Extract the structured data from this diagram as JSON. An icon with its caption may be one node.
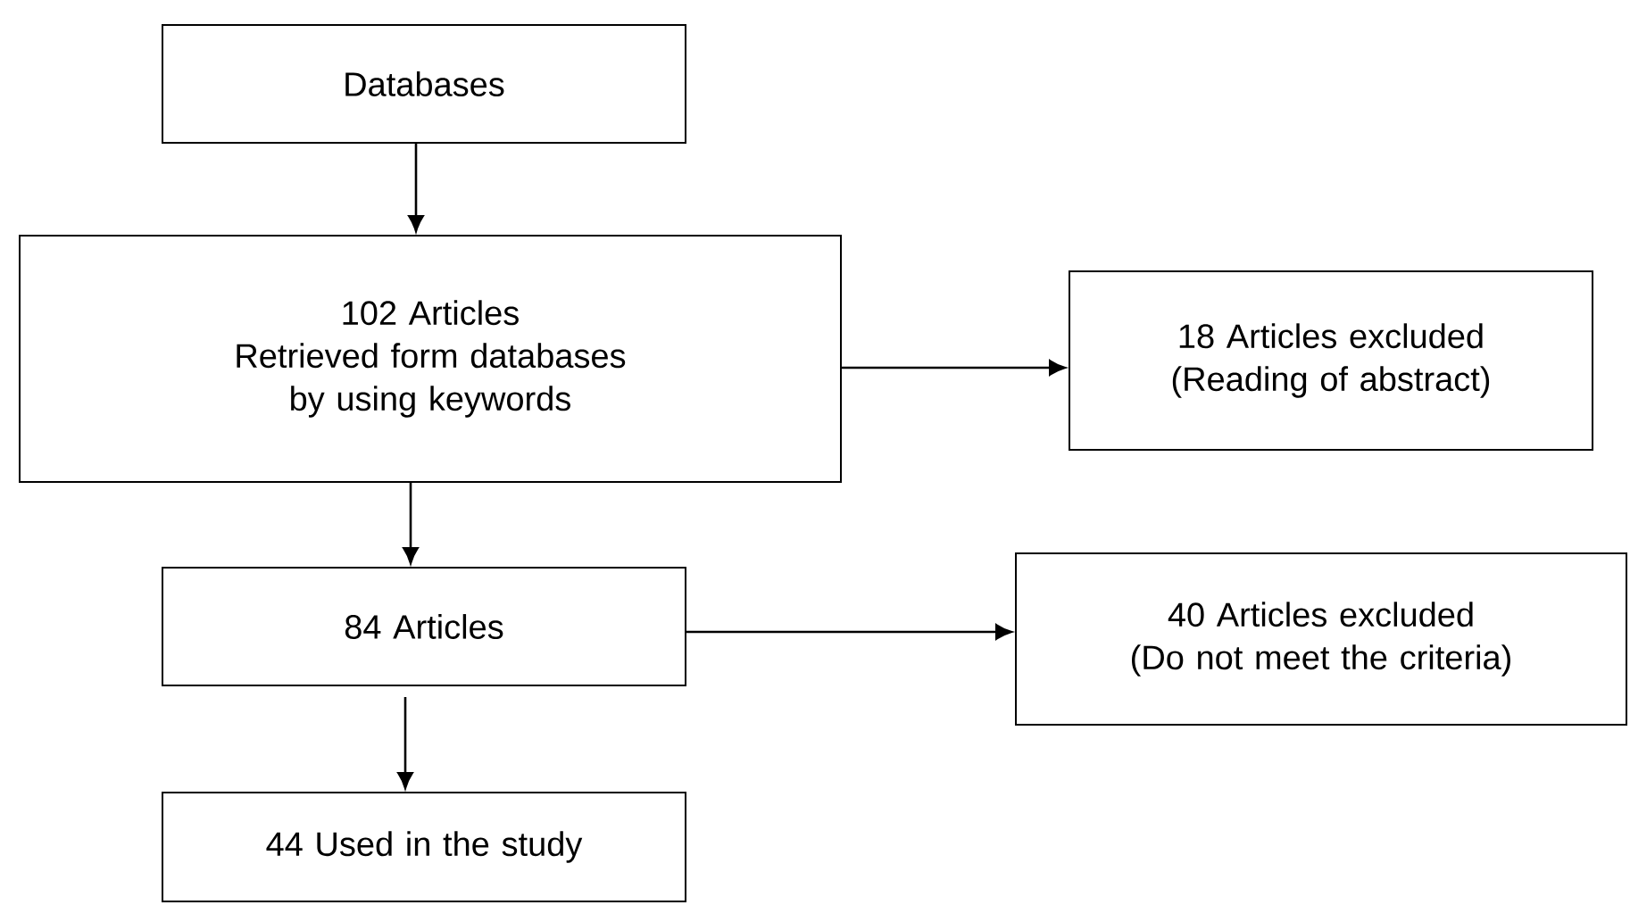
{
  "diagram": {
    "nodes": [
      {
        "text": [
          "Databases"
        ]
      },
      {
        "text": [
          "102 Articles",
          "Retrieved form databases by using keywords"
        ]
      },
      {
        "text": [
          "84 Articles"
        ]
      },
      {
        "text": [
          "18 Articles excluded",
          "(Reading of abstract)"
        ]
      },
      {
        "text": [
          "40 Articles excluded",
          "(Do not meet the criteria)"
        ]
      },
      {
        "text": [
          "44 Used in the study"
        ]
      }
    ],
    "edges": [
      {
        "from": 0,
        "to": 1,
        "arrow": "to"
      },
      {
        "from": 1,
        "to": 2,
        "arrow": "to"
      },
      {
        "from": 1,
        "to": 3,
        "arrow": "to"
      },
      {
        "from": 2,
        "to": 4,
        "arrow": "to"
      },
      {
        "from": 2,
        "to": 5,
        "arrow": "to"
      }
    ]
  }
}
